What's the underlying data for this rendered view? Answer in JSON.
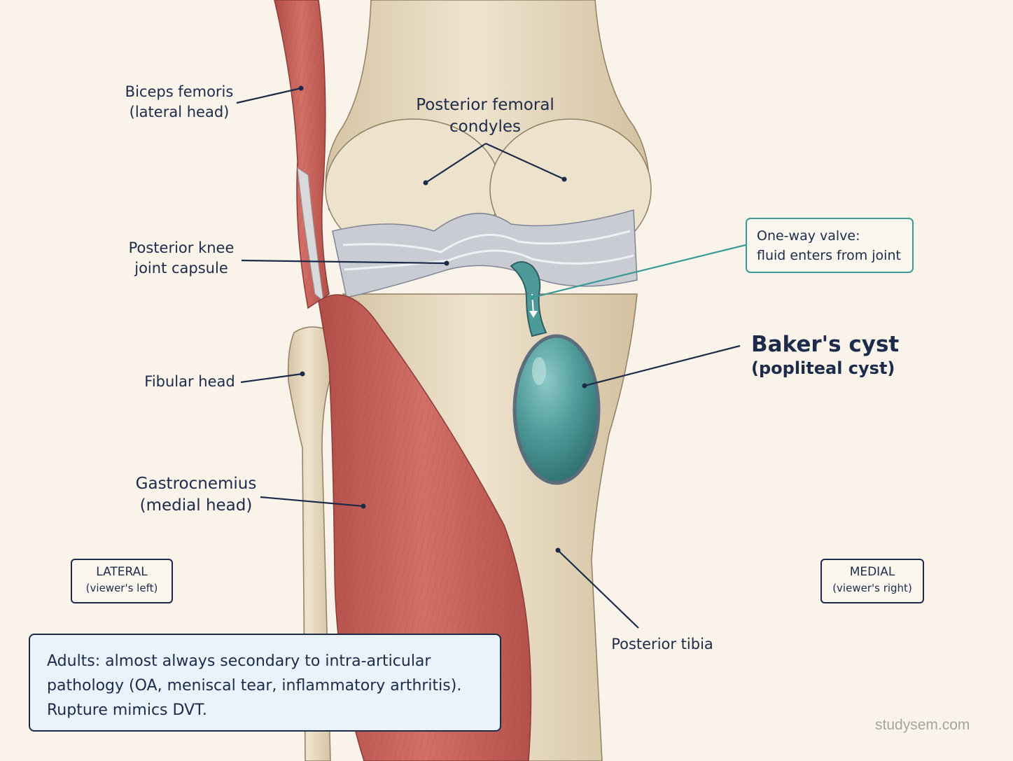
{
  "labels": {
    "biceps": [
      "Biceps femoris",
      "(lateral head)"
    ],
    "condyles": [
      "Posterior femoral",
      "condyles"
    ],
    "capsule": [
      "Posterior knee",
      "joint capsule"
    ],
    "fibular": [
      "Fibular head"
    ],
    "gastrocnemius": [
      "Gastrocnemius",
      "(medial head)"
    ],
    "tibia": [
      "Posterior tibia"
    ]
  },
  "valve_callout": [
    "One-way valve:",
    "fluid enters from joint"
  ],
  "cyst_callout": {
    "title": "Baker's cyst",
    "subtitle": "(popliteal cyst)"
  },
  "orientation": {
    "lateral": {
      "label": "LATERAL",
      "sub": "(viewer's left)"
    },
    "medial": {
      "label": "MEDIAL",
      "sub": "(viewer's right)"
    }
  },
  "clinical_note": [
    "Adults: almost always secondary to intra-articular",
    "pathology (OA, meniscal tear, inflammatory arthritis).",
    "Rupture mimics DVT."
  ],
  "watermark": "studysem.com",
  "colors": {
    "background": "#f9f3ea",
    "bone": "#e6d8bf",
    "muscle": "#c9625a",
    "capsule": "#c9ccd3",
    "cyst": "#4e9a98",
    "label_text": "#1d2b4a",
    "valve_box_border": "#3a9a98",
    "note_box_fill": "#eaf3fb"
  }
}
